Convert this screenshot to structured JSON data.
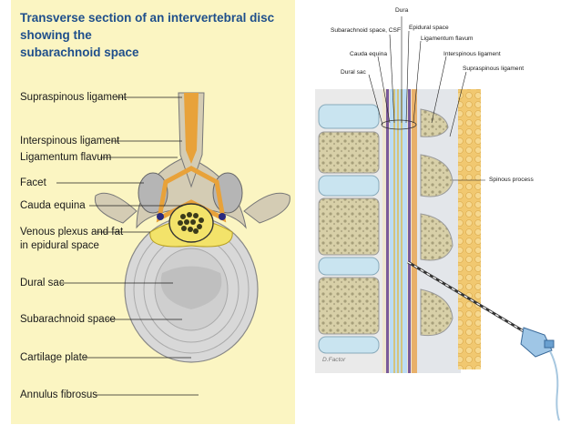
{
  "left_figure": {
    "title_line1": "Transverse section of an intervertebral disc showing the",
    "title_line2": "subarachnoid space",
    "labels": [
      "Supraspinous ligament",
      "Interspinous ligament",
      "Ligamentum flavum",
      "Facet",
      "Cauda equina",
      "Venous plexus and fat",
      "in epidural space",
      "Dural sac",
      "Subarachnoid space",
      "Cartilage plate",
      "Annulus fibrosus"
    ]
  },
  "right_figure": {
    "labels": {
      "dura": "Dura",
      "subarachnoid": "Subarachnoid space, CSF",
      "epidural": "Epidural space",
      "flavum": "Ligamentum flavum",
      "cauda": "Cauda equina",
      "interspinous": "Interspinous ligament",
      "supraspinous": "Supraspinous ligament",
      "dural_sac": "Dural sac",
      "spinous": "Spinous process"
    },
    "signature": "D.Factor"
  },
  "colors": {
    "panel_bg": "#fbf5c2",
    "title": "#1f4f8b",
    "bone": "#d4ccb4",
    "ligament": "#e8a23a",
    "dura": "#7a5a9a"
  }
}
